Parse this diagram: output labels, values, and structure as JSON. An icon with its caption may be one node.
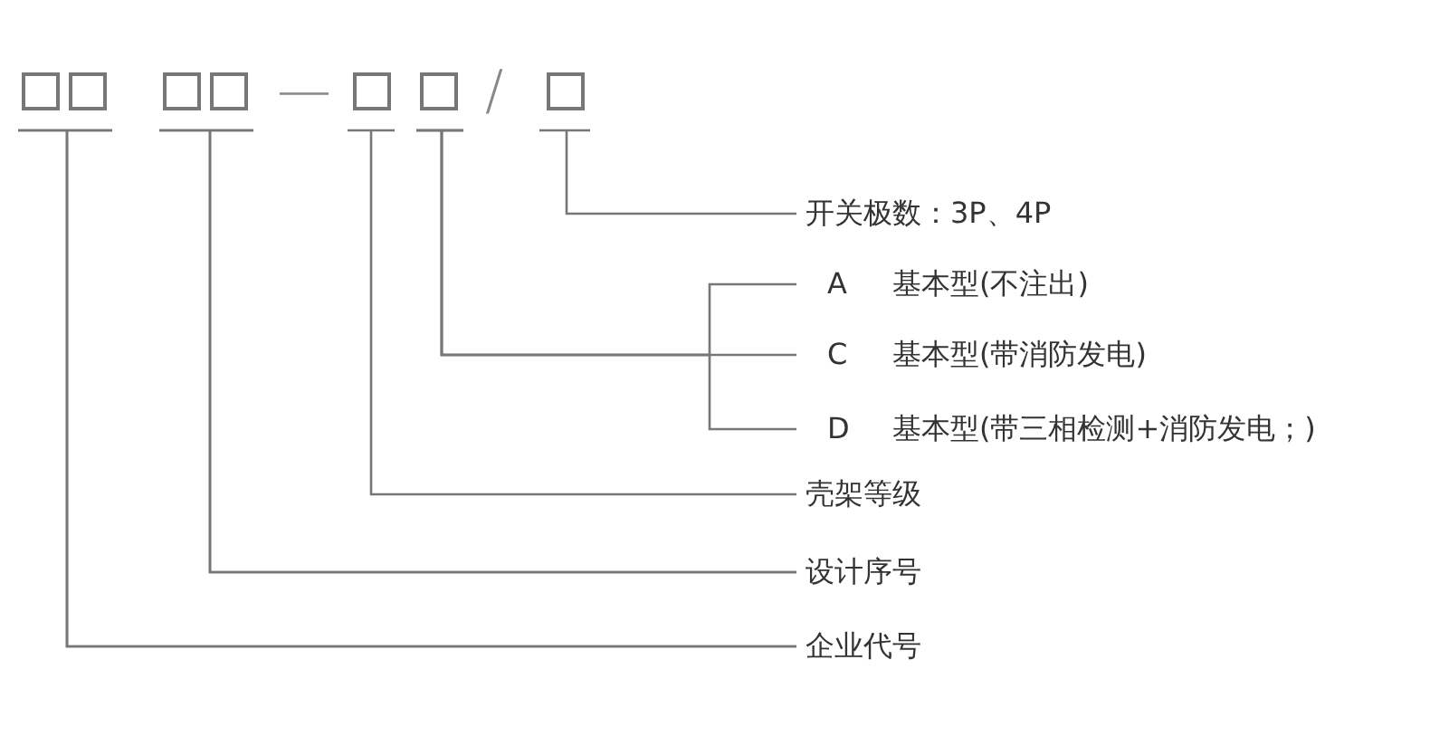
{
  "diagram": {
    "nodes": [
      {
        "text": [],
        "shape": "box"
      },
      {
        "text": [],
        "shape": "box"
      },
      {
        "text": [],
        "shape": "box"
      },
      {
        "text": [],
        "shape": "box"
      },
      {
        "text": [],
        "shape": "box"
      },
      {
        "text": [],
        "shape": "box"
      },
      {
        "text": [],
        "shape": "box"
      },
      {
        "text": [
          "开关极数：3P、4P"
        ]
      },
      {
        "text": [
          "A",
          "基本型(不注出)"
        ]
      },
      {
        "text": [
          "C",
          "基本型(带消防发电)"
        ]
      },
      {
        "text": [
          "D",
          "基本型(带三相检测+消防发电；)"
        ]
      },
      {
        "text": [
          "壳架等级"
        ]
      },
      {
        "text": [
          "设计序号"
        ]
      },
      {
        "text": [
          "企业代号"
        ]
      }
    ],
    "edges": [
      {
        "from": 0,
        "to": 13,
        "arrow": "none"
      },
      {
        "from": 1,
        "to": 13,
        "arrow": "none"
      },
      {
        "from": 2,
        "to": 12,
        "arrow": "none"
      },
      {
        "from": 3,
        "to": 12,
        "arrow": "none"
      },
      {
        "from": 4,
        "to": 11,
        "arrow": "none"
      },
      {
        "from": 5,
        "to": 8,
        "arrow": "none"
      },
      {
        "from": 5,
        "to": 9,
        "arrow": "none"
      },
      {
        "from": 5,
        "to": 10,
        "arrow": "none"
      },
      {
        "from": 6,
        "to": 7,
        "arrow": "none"
      }
    ],
    "labels": [
      "—",
      "/"
    ]
  }
}
